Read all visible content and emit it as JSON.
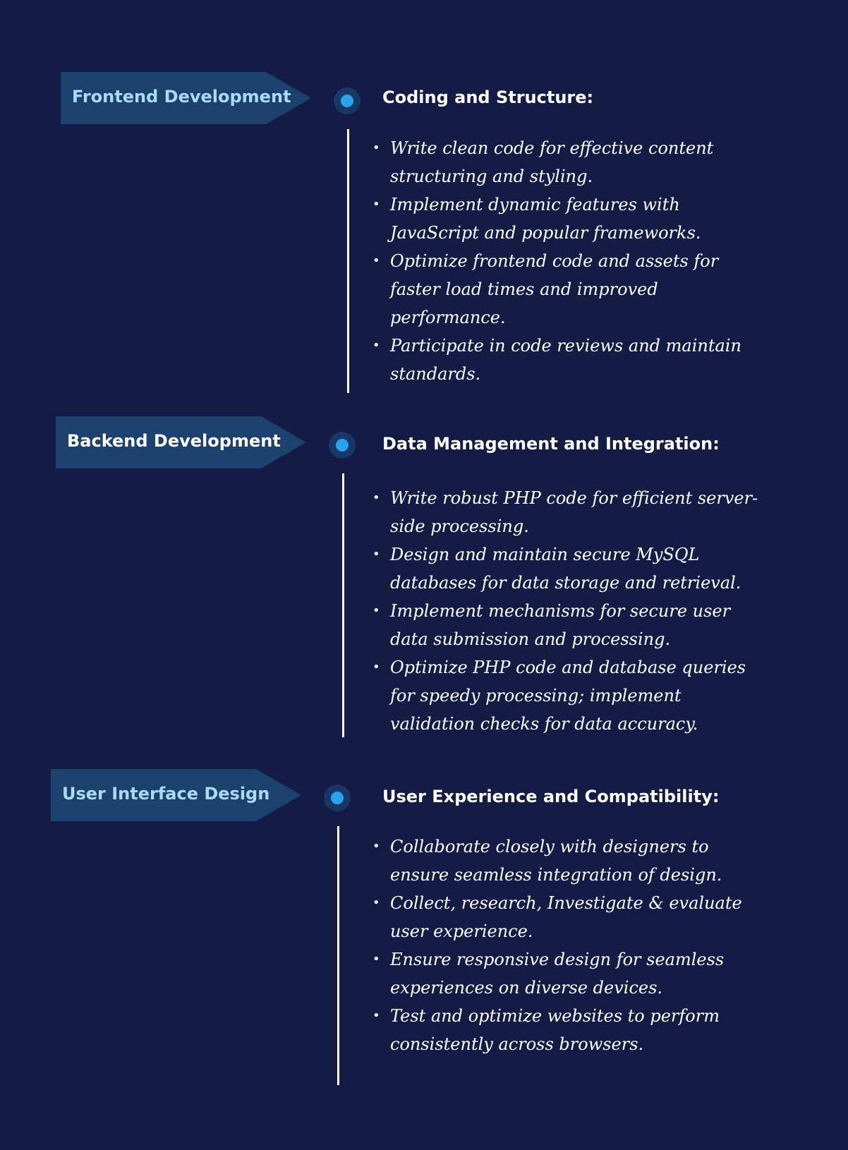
{
  "colors": {
    "background": "#141b44",
    "banner": "#1c416e",
    "dot_ring": "#173866",
    "dot_fill": "#2ba2ec",
    "highlight_label": "#a9dcf7",
    "text": "#ffffff"
  },
  "sections": [
    {
      "banner_label": "Frontend Development",
      "heading": "Coding and Structure:",
      "bullets": [
        "Write clean  code for effective content structuring and styling.",
        "Implement dynamic features with JavaScript and popular frameworks.",
        "Optimize frontend code and assets for faster load times and improved performance.",
        "Participate in code reviews and maintain standards."
      ]
    },
    {
      "banner_label": "Backend Development",
      "heading": "Data Management and Integration:",
      "bullets": [
        "Write robust PHP code for efficient server-side processing.",
        "Design and maintain secure MySQL databases for data storage and retrieval.",
        "Implement mechanisms for secure user data submission and processing.",
        "Optimize PHP code and database queries for speedy processing; implement validation checks for data accuracy."
      ]
    },
    {
      "banner_label": "User Interface Design",
      "heading": "User Experience and Compatibility:",
      "bullets": [
        "Collaborate closely with designers to ensure seamless integration of design.",
        "Collect, research, Investigate & evaluate user experience.",
        "Ensure responsive design for seamless experiences on diverse devices.",
        "Test and optimize websites to perform consistently across browsers."
      ]
    }
  ],
  "bullet_glyph": "•"
}
